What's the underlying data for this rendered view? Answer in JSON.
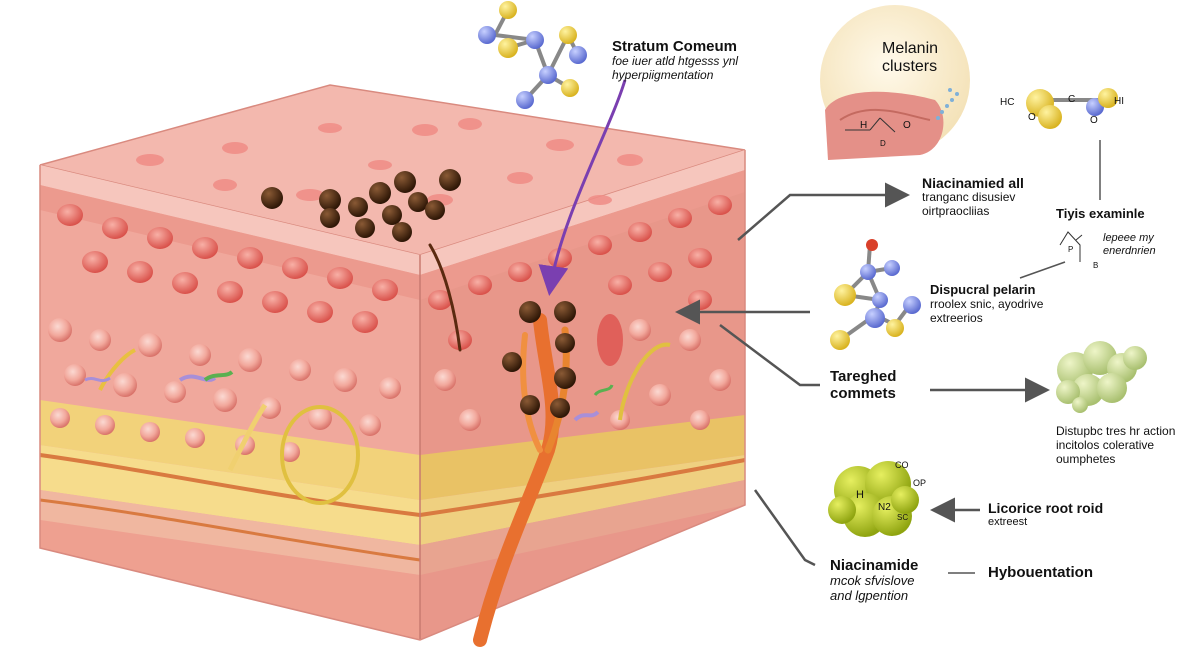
{
  "labels": {
    "stratum": {
      "title": "Stratum Comeum",
      "line1": "foe iuer atld htgesss ynl",
      "line2": "hyperpiigmentation"
    },
    "melanin": {
      "line1": "Melanin",
      "line2": "clusters"
    },
    "niacinamied": {
      "line1": "Niacinamied all",
      "line2": "tranganc disusiev",
      "line3": "oirtpraocliias"
    },
    "tiyis": {
      "title": "Tiyis examinle",
      "line1": "lepeee my",
      "line2": "enerdnrien"
    },
    "dispucral": {
      "line1": "Dispucral pelarin",
      "line2": "rroolex snic, ayodrive",
      "line3": "extreerios"
    },
    "targeted": {
      "line1": "Tareghed",
      "line2": "commets"
    },
    "distupbc": {
      "line1": "Distupbc tres hr action",
      "line2": "incitolos colerative",
      "line3": "oumphetes"
    },
    "licorice": {
      "line1": "Licorice root roid",
      "line2": "extreest"
    },
    "niacinamide": {
      "title": "Niacinamide",
      "line1": "mcok sfvislove",
      "line2": "and lgpention"
    },
    "hybouentation": {
      "text": "Hybouentation"
    }
  },
  "chem_text": {
    "hc": "HC",
    "o_left": "O",
    "c_mid": "C",
    "o_mid": "O",
    "hi": "HI",
    "mel_h": "H",
    "mel_o": "O",
    "mel_d": "D",
    "small_p": "P",
    "small_b": "B",
    "blob_co": "CO",
    "blob_op": "OP",
    "blob_h": "H",
    "blob_n2": "N2",
    "blob_sc": "SC"
  },
  "colors": {
    "skin_top": "#f3b8ae",
    "skin_front": "#f0a89c",
    "skin_side": "#e8978a",
    "fat_layer": "#f2d27a",
    "melanin": "#4a2a12",
    "arrow_gray": "#555555",
    "arrow_purple": "#7a3fb0",
    "atom_blue": "#7f8fe0",
    "atom_yellow": "#f0d030"
  }
}
